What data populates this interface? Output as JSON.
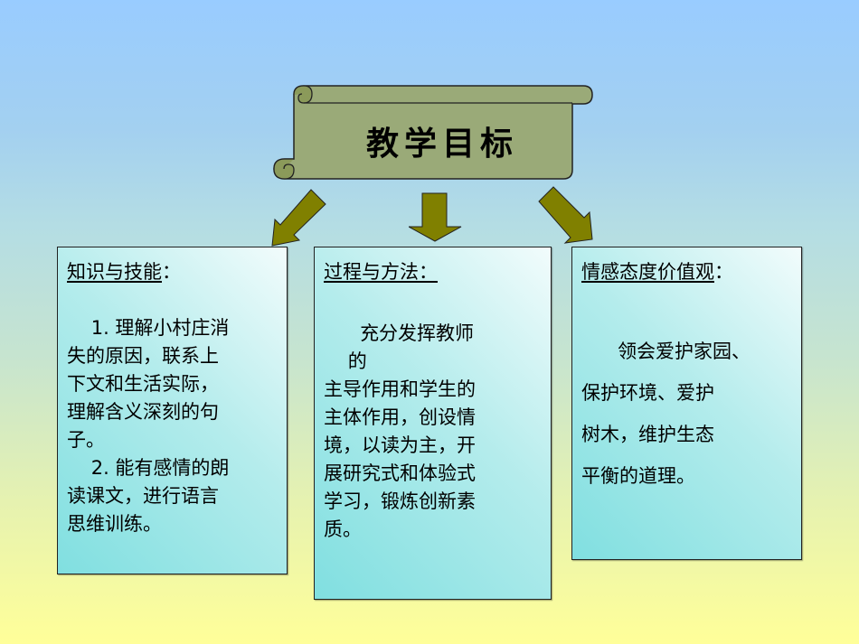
{
  "slide": {
    "title": "教学目标",
    "colors": {
      "scroll_fill": "#9aaa78",
      "arrow_fill": "#808000",
      "bg_top": "#99ccff",
      "bg_bottom": "#ffff99",
      "box_fill": "#a8e8e8"
    },
    "arrows": [
      "arrow-down-left",
      "arrow-down",
      "arrow-down-right"
    ],
    "boxes": [
      {
        "heading": "知识与技能",
        "heading_suffix": "：",
        "body": "    1. 理解小村庄消\n失的原因，联系上\n下文和生活实际，\n理解含义深刻的句\n子。\n    2. 能有感情的朗\n读课文，进行语言\n思维训练。"
      },
      {
        "heading": "过程与方法：",
        "heading_suffix": "",
        "body": "      充分发挥教师\n    的\n主导作用和学生的\n主体作用，创设情\n境，以读为主，开\n展研究式和体验式\n学习，锻炼创新素\n质。"
      },
      {
        "heading": "情感态度价值观",
        "heading_suffix": "：",
        "body": "      领会爱护家园、\n保护环境、爱护\n树木，维护生态\n平衡的道理。"
      }
    ]
  }
}
